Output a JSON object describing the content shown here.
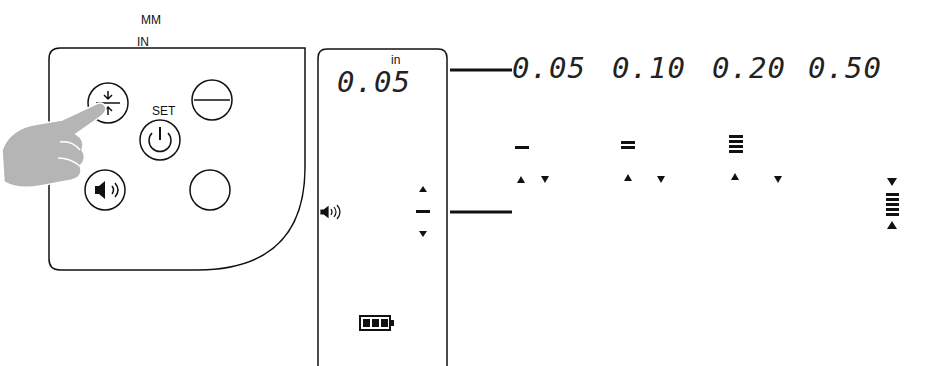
{
  "diagram": {
    "nodes": [
      {
        "text": [
          "SET"
        ]
      },
      {
        "text": [
          "in",
          "0.05"
        ]
      }
    ],
    "labels": [
      "MM",
      "IN",
      "0.05",
      "0.10",
      "0.20",
      "0.50"
    ]
  }
}
